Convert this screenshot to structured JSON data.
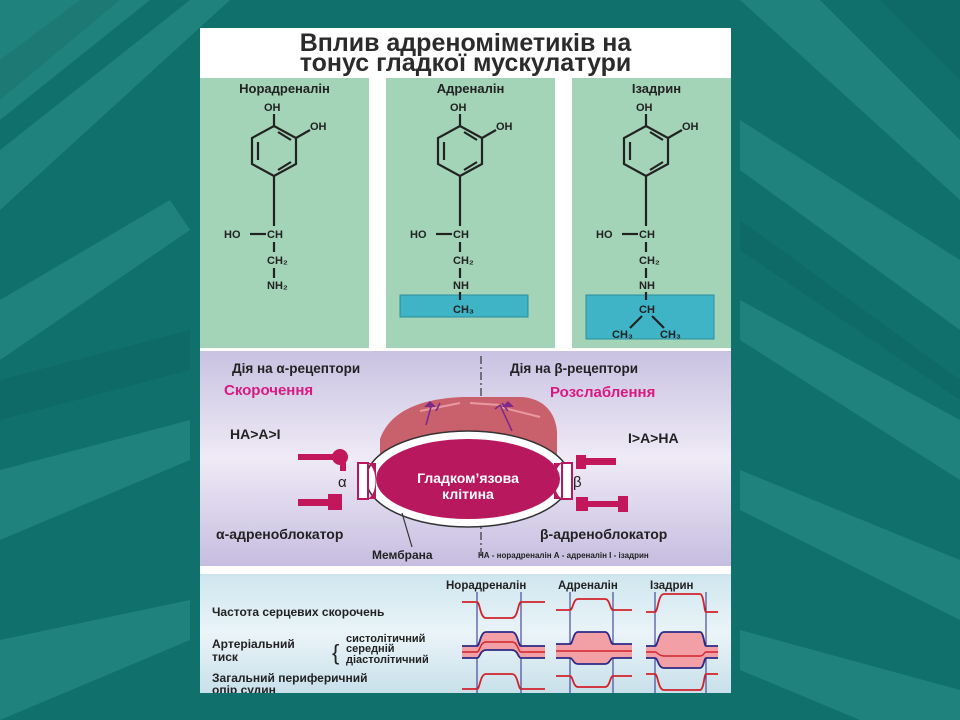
{
  "title": {
    "line1": "Вплив адреноміметиків на",
    "line2": "тонус гладкої мускулатури"
  },
  "panels": [
    {
      "name": "Норадреналін",
      "oh_top": "OH",
      "oh_right": "OH",
      "ho": "HO",
      "ch": "CH",
      "ch2": "CH₂",
      "bottom": "NH₂"
    },
    {
      "name": "Адреналін",
      "oh_top": "OH",
      "oh_right": "OH",
      "ho": "HO",
      "ch": "CH",
      "ch2": "CH₂",
      "nh": "NH",
      "bottom": "CH₃"
    },
    {
      "name": "Ізадрин",
      "oh_top": "OH",
      "oh_right": "OH",
      "ho": "HO",
      "ch": "CH",
      "ch2": "CH₂",
      "nh": "NH",
      "ch_branch": "CH",
      "ch3_left": "CH₃",
      "ch3_right": "CH₃"
    }
  ],
  "receptor": {
    "alpha_heading": "Дія на α-рецептори",
    "beta_heading": "Дія на β-рецептори",
    "alpha_effect": "Скорочення",
    "beta_effect": "Розслаблення",
    "alpha_order": "НА>А>І",
    "beta_order": "І>А>НА",
    "cell_label_1": "Гладком’язова",
    "cell_label_2": "клітина",
    "alpha_symbol": "α",
    "beta_symbol": "β",
    "alpha_blocker": "α-адреноблокатор",
    "beta_blocker": "β-адреноблокатор",
    "membrane": "Мембрана",
    "legend": "НА - норадреналін      А - адреналін      І - ізадрин",
    "colors": {
      "effect": "#d9197f",
      "cell": "#b8185e",
      "tube": "#c9616c"
    }
  },
  "hemo": {
    "columns": [
      "Норадреналін",
      "Адреналін",
      "Ізадрин"
    ],
    "rows": {
      "heart_rate": "Частота серцевих скорочень",
      "bp_label_1": "Артеріальний",
      "bp_label_2": "тиск",
      "bp_systolic": "систолітичний",
      "bp_mean": "середній",
      "bp_diastolic": "діастолітичний",
      "resistance_1": "Загальний периферичний",
      "resistance_2": "опір судин"
    },
    "colors": {
      "trace": "#d2232a",
      "pressure": "#2b2a86",
      "band": "#f2a0a6"
    }
  }
}
